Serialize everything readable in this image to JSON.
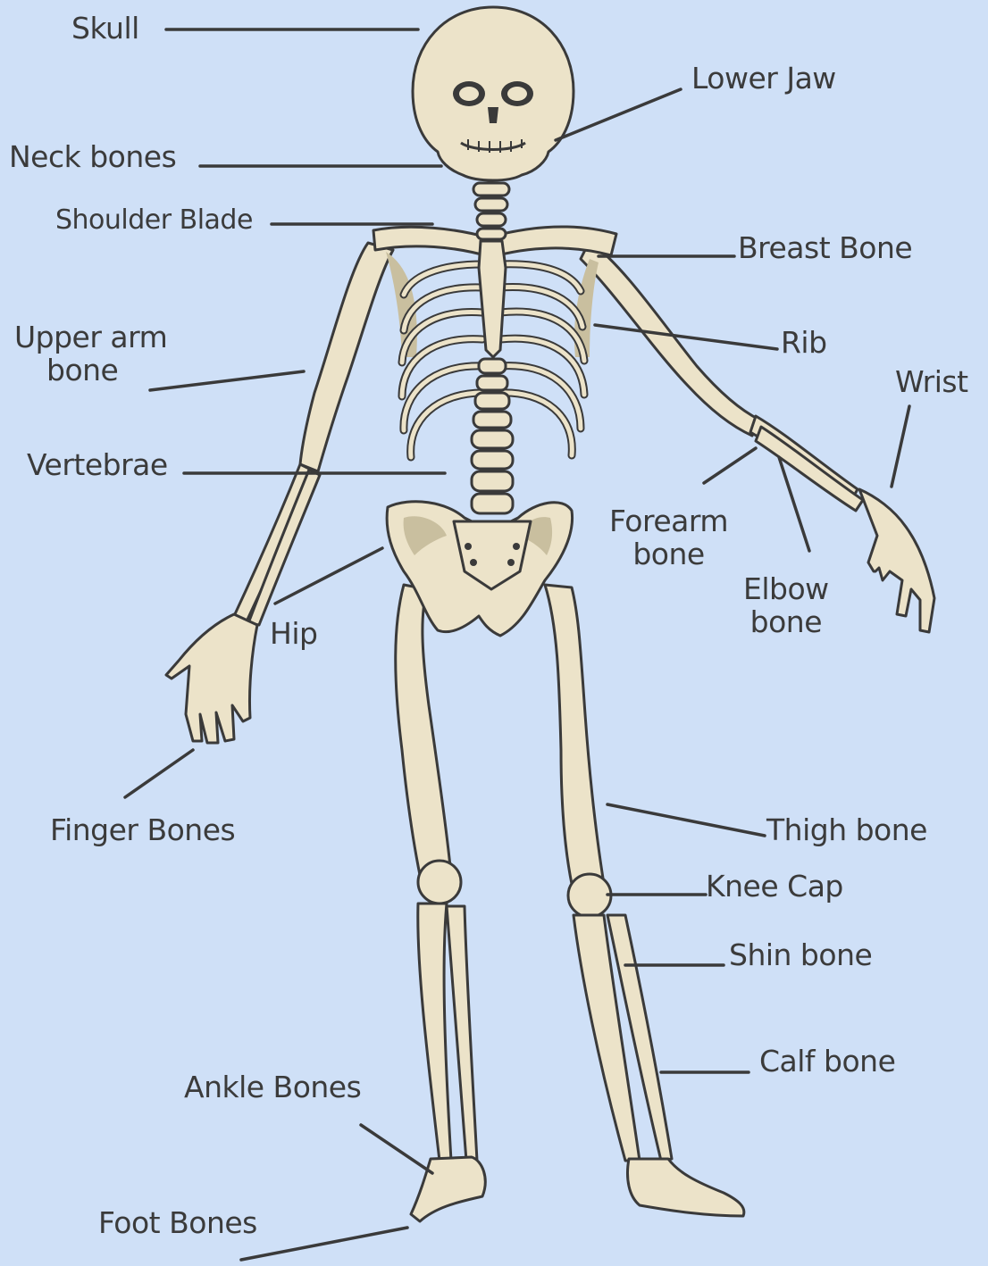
{
  "labels": {
    "skull": "Skull",
    "lower_jaw": "Lower Jaw",
    "neck_bones": "Neck bones",
    "shoulder_blade": "Shoulder Blade",
    "breast_bone": "Breast Bone",
    "upper_arm_1": "Upper arm",
    "upper_arm_2": "bone",
    "rib": "Rib",
    "wrist": "Wrist",
    "vertebrae": "Vertebrae",
    "forearm_1": "Forearm",
    "forearm_2": "bone",
    "elbow_1": "Elbow",
    "elbow_2": "bone",
    "hip": "Hip",
    "finger_bones": "Finger Bones",
    "thigh_bone": "Thigh bone",
    "knee_cap": "Knee Cap",
    "shin_bone": "Shin bone",
    "calf_bone": "Calf bone",
    "ankle_bones": "Ankle Bones",
    "foot_bones": "Foot Bones"
  },
  "colors": {
    "background": "#cfe0f7",
    "bone_fill": "#ece3c9",
    "bone_shade": "#c9bf9f",
    "outline": "#3a3a3a",
    "leader_line": "#3a3a3a",
    "text": "#3b3b3b"
  }
}
